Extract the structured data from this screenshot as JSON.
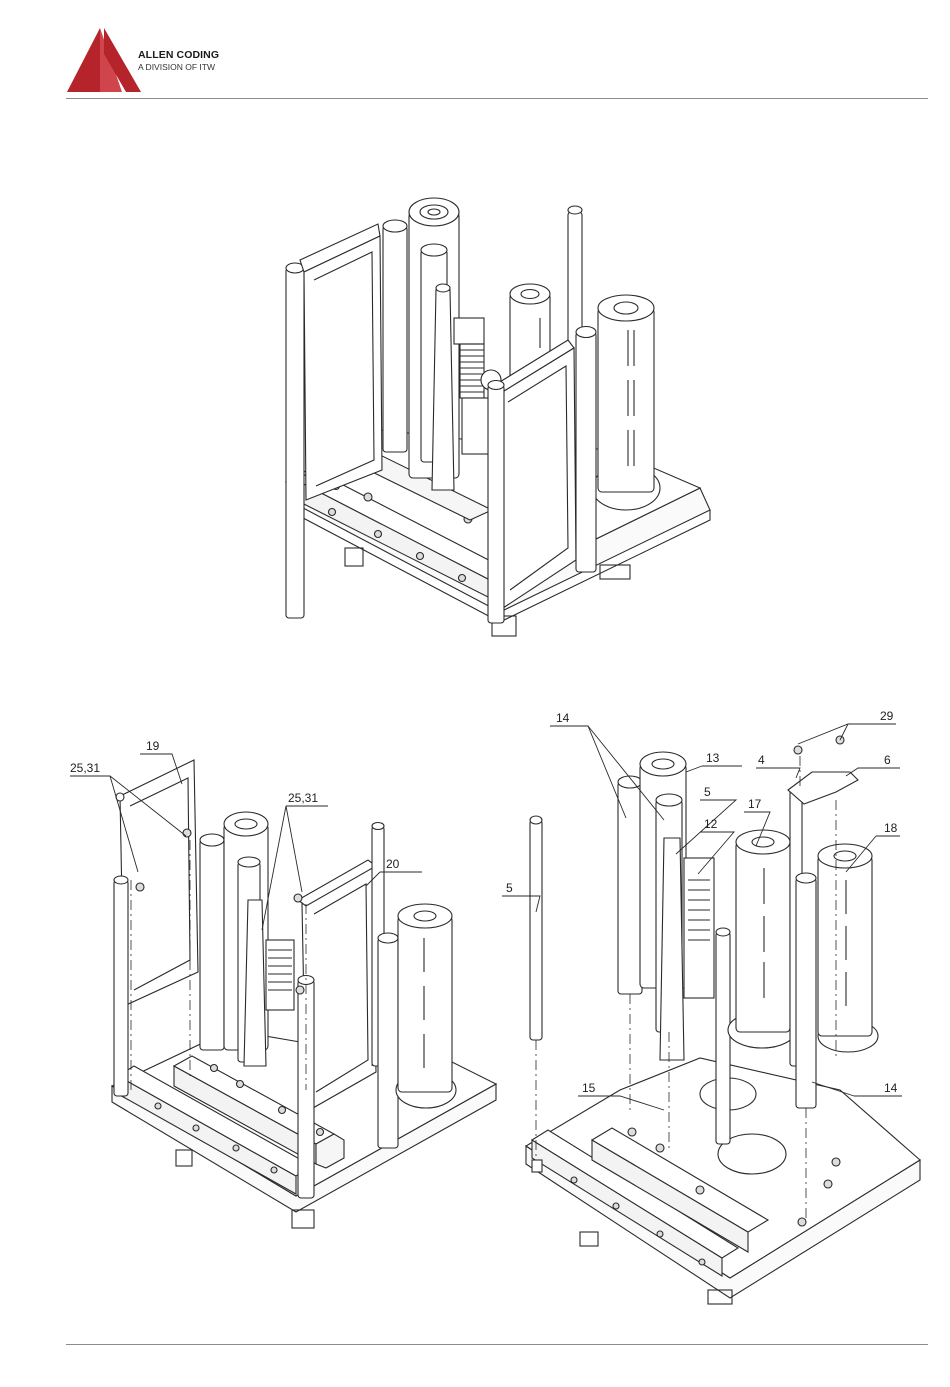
{
  "header": {
    "brand_name": "ALLEN CODING",
    "brand_sub": "A DIVISION OF ITW",
    "logo_colors": {
      "dark": "#b5242b",
      "light": "#d04a4f"
    }
  },
  "callouts": {
    "top_left": [
      "25,31",
      "19",
      "25,31",
      "20"
    ],
    "top_right": [
      "14",
      "29",
      "13",
      "4",
      "6",
      "5",
      "17",
      "12",
      "18",
      "5",
      "15",
      "14"
    ]
  }
}
